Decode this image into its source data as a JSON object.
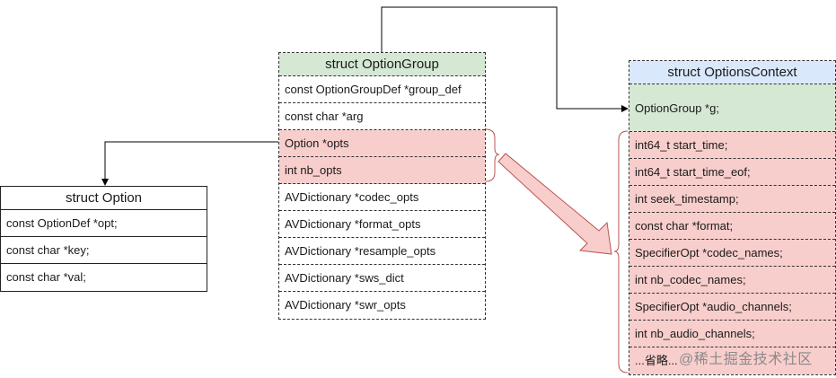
{
  "option_group": {
    "title": "struct OptionGroup",
    "fields": [
      {
        "text": "const OptionGroupDef *group_def",
        "tone": ""
      },
      {
        "text": "const char *arg",
        "tone": ""
      },
      {
        "text": "Option *opts",
        "tone": "pink"
      },
      {
        "text": "int nb_opts",
        "tone": "pink"
      },
      {
        "text": "AVDictionary *codec_opts",
        "tone": ""
      },
      {
        "text": "AVDictionary *format_opts",
        "tone": ""
      },
      {
        "text": "AVDictionary *resample_opts",
        "tone": ""
      },
      {
        "text": "AVDictionary *sws_dict",
        "tone": ""
      },
      {
        "text": "AVDictionary *swr_opts",
        "tone": ""
      }
    ]
  },
  "option": {
    "title": "struct Option",
    "fields": [
      "const OptionDef *opt;",
      "const char *key;",
      "const char *val;"
    ]
  },
  "options_context": {
    "title": "struct OptionsContext",
    "group_field": "OptionGroup *g;",
    "fields": [
      "int64_t start_time;",
      "int64_t start_time_eof;",
      "int seek_timestamp;",
      "const char *format;",
      "SpecifierOpt *codec_names;",
      "int  nb_codec_names;",
      "SpecifierOpt *audio_channels;",
      "int  nb_audio_channels;",
      "...省略..."
    ]
  },
  "watermark": "@稀土掘金技术社区",
  "colors": {
    "header_green": "#d5e8d4",
    "field_pink": "#f8cecc",
    "header_blue": "#dae8fc",
    "arrow_fill": "#f8cecc",
    "arrow_stroke": "#b85450"
  }
}
